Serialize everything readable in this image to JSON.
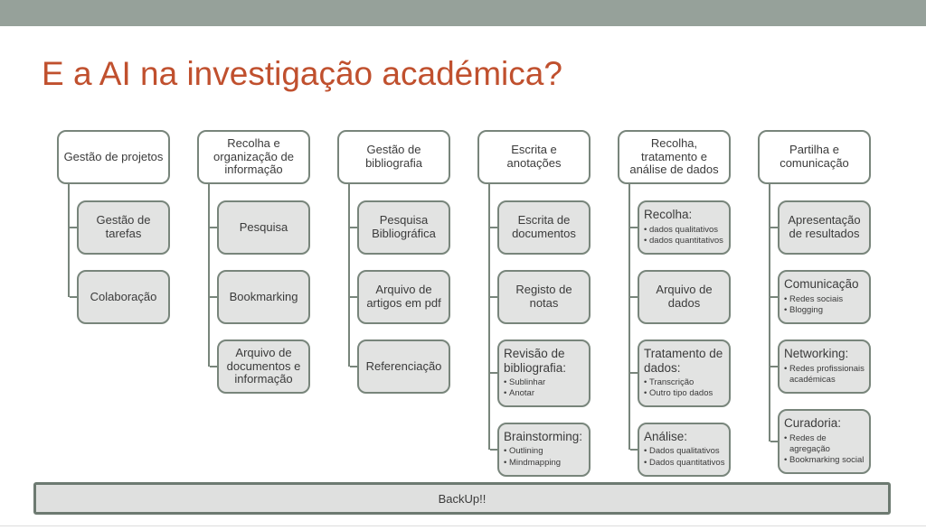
{
  "slide": {
    "title": "E a AI na investigação académica?",
    "backup_label": "BackUp!!",
    "colors": {
      "accent": "#c0502e",
      "top_band": "#96a19a",
      "node_border": "#78857b",
      "child_fill": "#e2e3e2",
      "backup_border": "#6d7a71"
    }
  },
  "columns": [
    {
      "root": "Gestão de projetos",
      "children": [
        {
          "label": "Gestão de tarefas"
        },
        {
          "label": "Colaboração"
        }
      ]
    },
    {
      "root": "Recolha e organização de informação",
      "children": [
        {
          "label": "Pesquisa"
        },
        {
          "label": "Bookmarking"
        },
        {
          "label": "Arquivo de documentos e informação"
        }
      ]
    },
    {
      "root": "Gestão de bibliografia",
      "children": [
        {
          "label": "Pesquisa Bibliográfica"
        },
        {
          "label": "Arquivo de artigos em pdf"
        },
        {
          "label": "Referenciação"
        }
      ]
    },
    {
      "root": "Escrita e anotações",
      "children": [
        {
          "label": "Escrita de documentos"
        },
        {
          "label": "Registo de notas"
        },
        {
          "label": "Revisão de bibliografia:",
          "bullets": [
            "Sublinhar",
            "Anotar"
          ]
        },
        {
          "label": "Brainstorming:",
          "bullets": [
            "Outlining",
            "Mindmapping"
          ]
        }
      ]
    },
    {
      "root": "Recolha, tratamento e análise de dados",
      "children": [
        {
          "label": "Recolha:",
          "bullets": [
            "dados qualitativos",
            "dados quantitativos"
          ]
        },
        {
          "label": "Arquivo de dados"
        },
        {
          "label": "Tratamento de dados:",
          "bullets": [
            "Transcrição",
            "Outro tipo dados"
          ]
        },
        {
          "label": "Análise:",
          "bullets": [
            "Dados qualitativos",
            "Dados quantitativos"
          ]
        }
      ]
    },
    {
      "root": "Partilha e comunicação",
      "children": [
        {
          "label": "Apresentação de resultados"
        },
        {
          "label": "Comunicação",
          "bullets": [
            "Redes sociais",
            "Blogging"
          ]
        },
        {
          "label": "Networking:",
          "bullets": [
            "Redes profissionais académicas"
          ]
        },
        {
          "label": "Curadoria:",
          "bullets": [
            "Redes de agregação",
            "Bookmarking social"
          ]
        }
      ]
    }
  ]
}
